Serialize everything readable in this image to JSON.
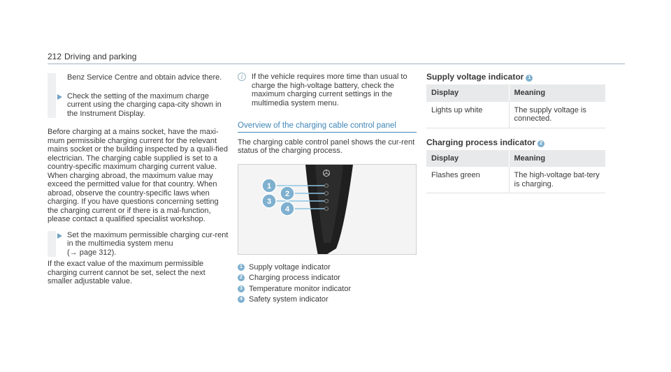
{
  "header": {
    "page_number": "212",
    "section_title": "Driving and parking"
  },
  "col1": {
    "step1_cont": "Benz Service Centre and obtain advice there.",
    "step2": "Check the setting of the maximum charge current using the charging capa-city shown in the Instrument Display.",
    "paragraph1": "Before charging at a mains socket, have the maxi-mum permissible charging current for the relevant mains socket or the building inspected by a quali-fied electrician. The charging cable supplied is set to a country-specific maximum charging current value. When charging abroad, the maximum value may exceed the permitted value for that country. When abroad, observe the country-specific laws when charging. If you have questions concerning setting the charging current or if there is a mal-function, please contact a qualified specialist workshop.",
    "step3_line1": "Set the maximum permissible charging cur-rent in the multimedia system menu",
    "step3_ref": "(→ page 312).",
    "paragraph2": "If the exact value of the maximum permissible charging current cannot be set, select the next smaller adjustable value."
  },
  "col2": {
    "note": "If the vehicle requires more time than usual to charge the high-voltage battery, check the maximum charging current settings in the multimedia system menu.",
    "section_heading": "Overview of the charging cable control panel",
    "intro": "The charging cable control panel shows the cur-rent status of the charging process.",
    "legend": [
      {
        "num": "1",
        "label": "Supply voltage indicator"
      },
      {
        "num": "2",
        "label": "Charging process indicator"
      },
      {
        "num": "3",
        "label": "Temperature monitor indicator"
      },
      {
        "num": "4",
        "label": "Safety system indicator"
      }
    ]
  },
  "col3": {
    "table1": {
      "title": "Supply voltage indicator",
      "badge": "1",
      "col_display": "Display",
      "col_meaning": "Meaning",
      "display": "Lights up white",
      "meaning": "The supply voltage is connected."
    },
    "table2": {
      "title": "Charging process indicator",
      "badge": "2",
      "col_display": "Display",
      "col_meaning": "Meaning",
      "display": "Flashes green",
      "meaning": "The high-voltage bat-tery is charging."
    }
  },
  "colors": {
    "accent_blue": "#3f86b7",
    "badge_blue": "#7fb0cf",
    "table_header_bg": "#e8e9ea"
  }
}
